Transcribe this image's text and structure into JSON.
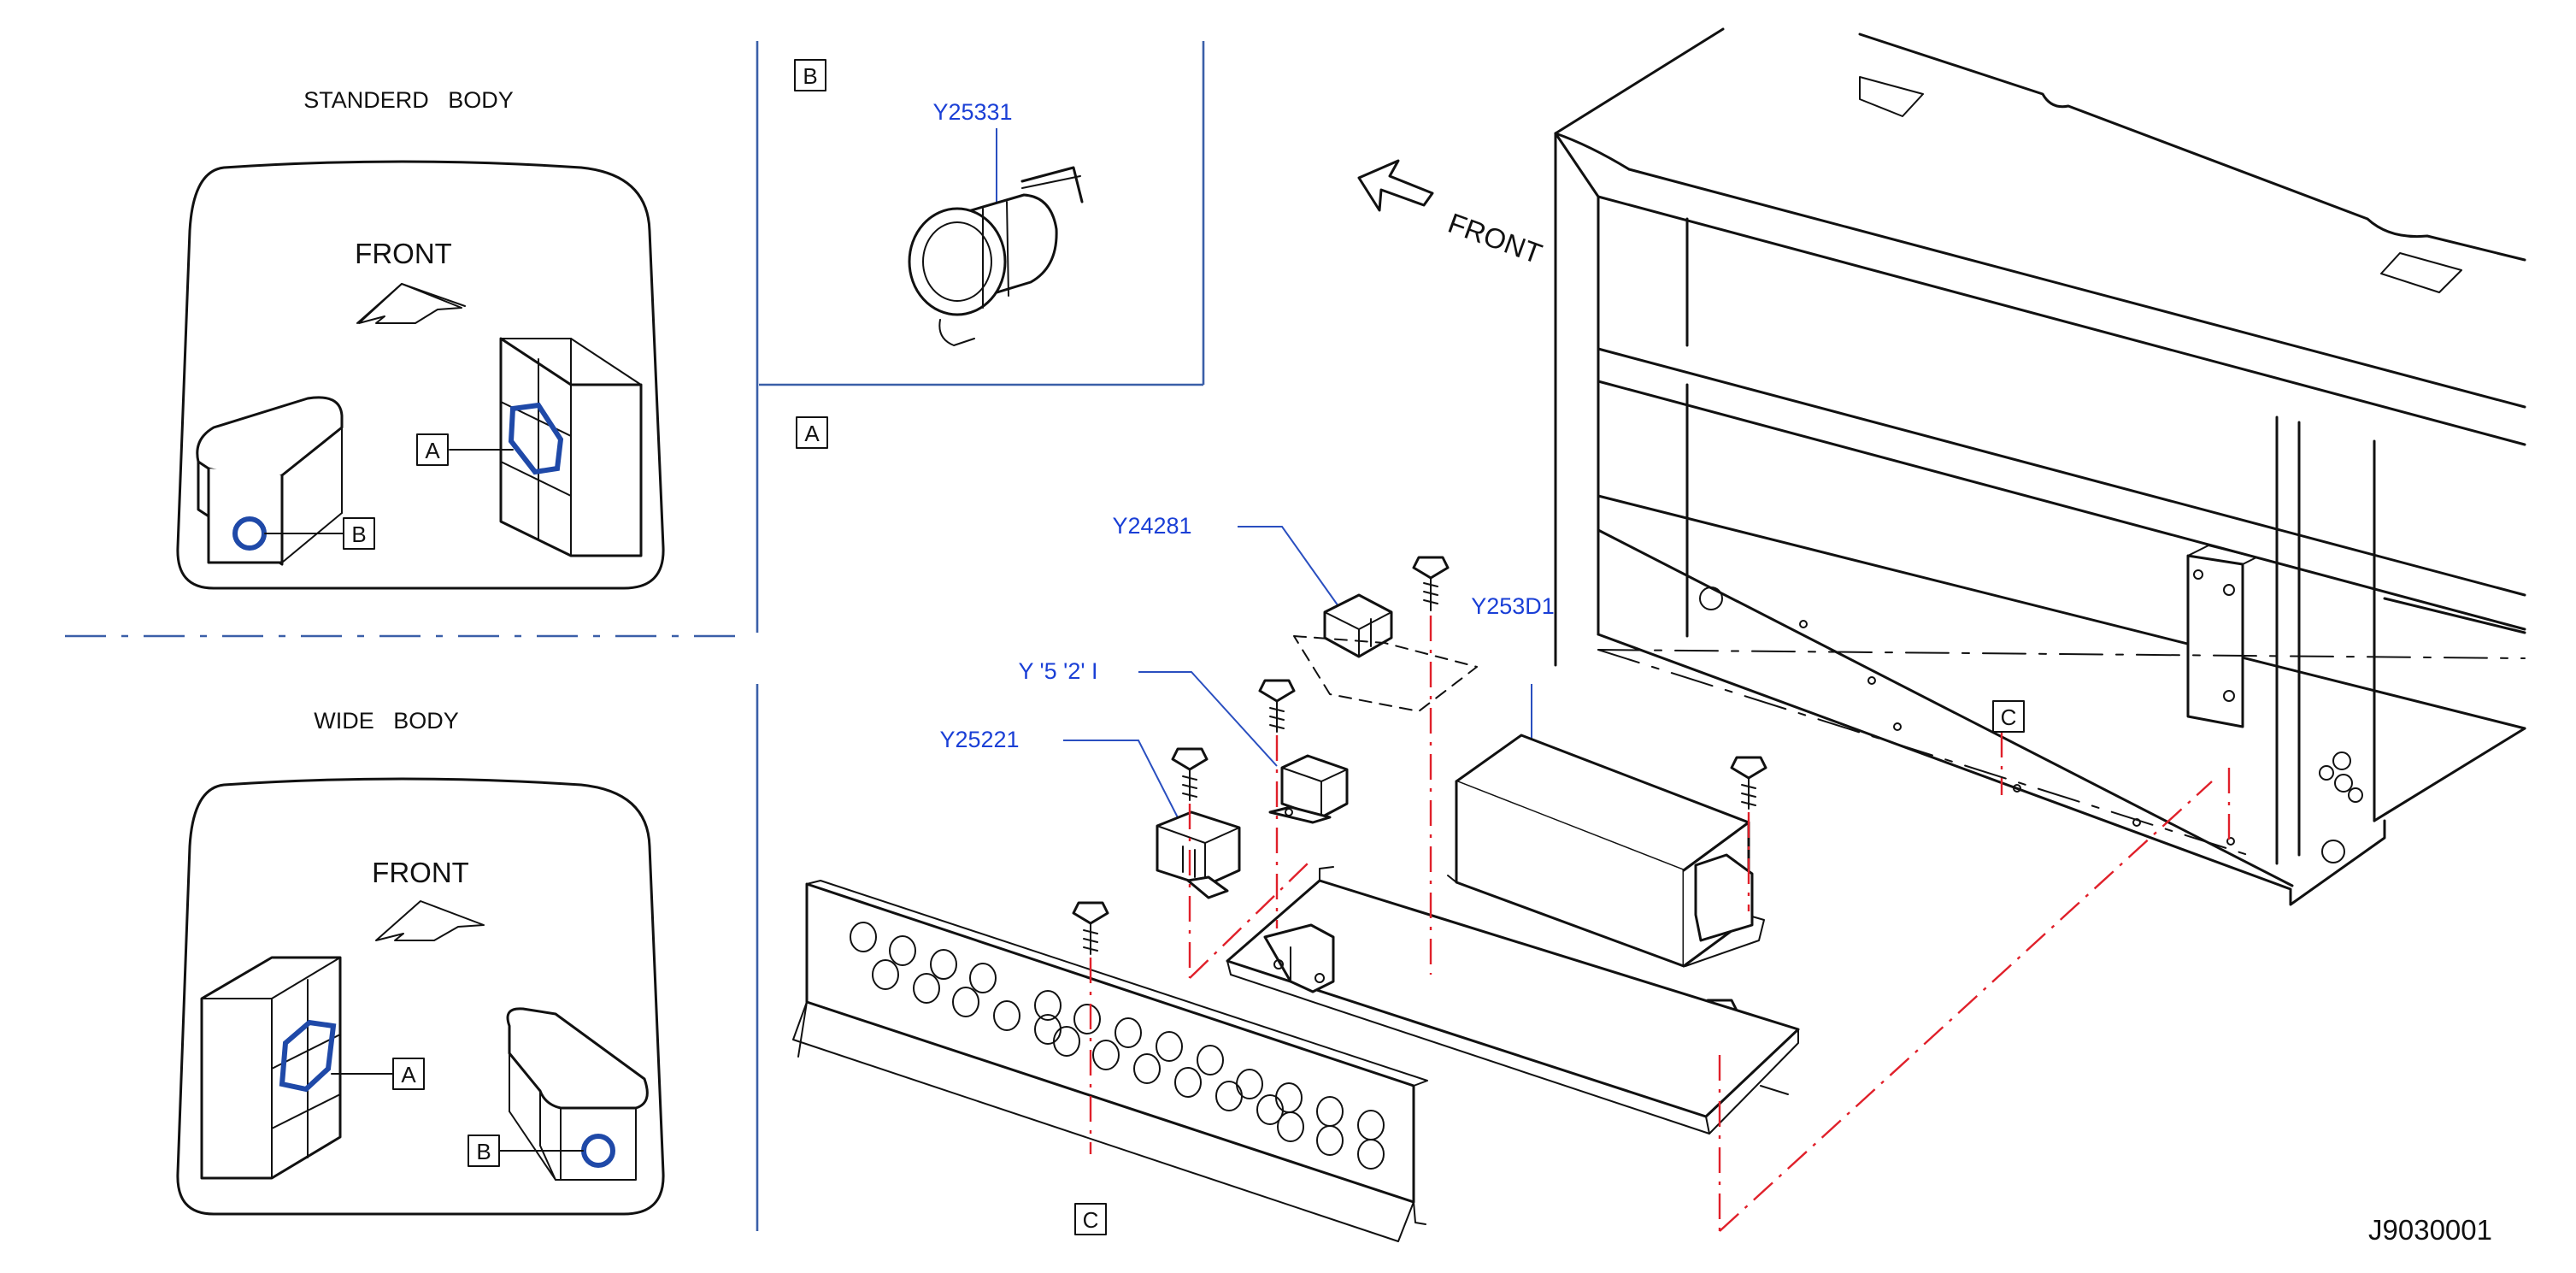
{
  "views": {
    "standard": {
      "title": "STANDERD   BODY",
      "front": "FRONT",
      "callout_a": "A",
      "callout_b": "B"
    },
    "wide": {
      "title": "WIDE   BODY",
      "front": "FRONT",
      "callout_a": "A",
      "callout_b": "B"
    }
  },
  "detail_b": {
    "tag": "B",
    "part": "Y25331"
  },
  "detail_a": {
    "tag": "A",
    "front": "FRONT",
    "parts": {
      "p1": "Y24281",
      "p2": "Y253D1",
      "p3": "Y '5 '2' I",
      "p4": "Y25221"
    },
    "ref_c_upper": "C",
    "ref_c_lower": "C"
  },
  "figure_id": "J9030001",
  "colors": {
    "part_label": "#1a3fd6",
    "centerline": "#e0202a",
    "divider": "#3a5fa8",
    "highlight": "#1f49a8"
  }
}
